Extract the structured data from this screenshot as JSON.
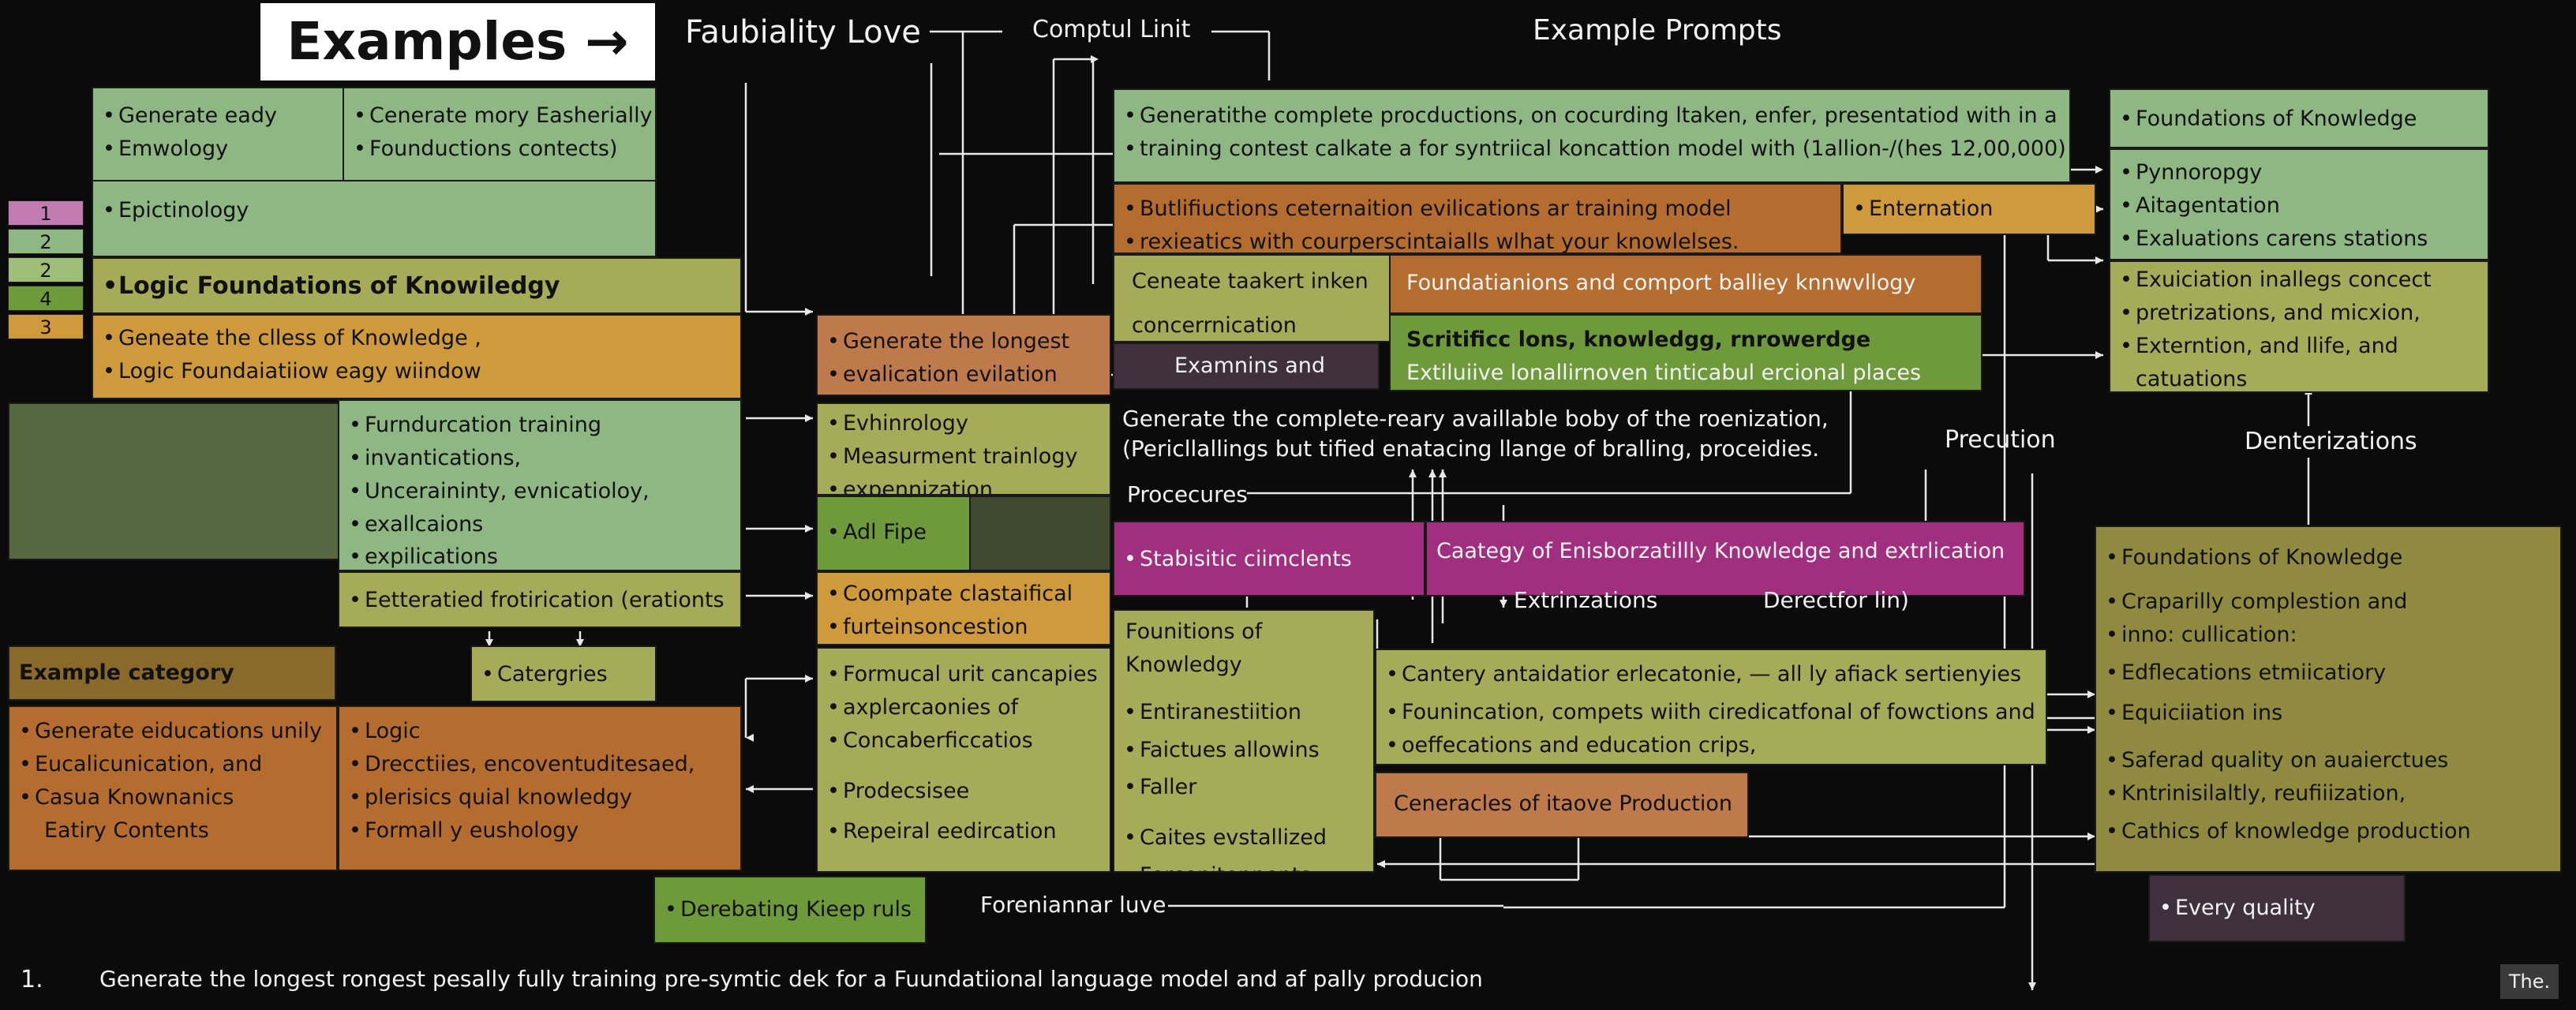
{
  "header": {
    "title": "Examples →",
    "faubiality": "Faubiality Love",
    "comptul": "Comptul Linit",
    "example_prompts": "Example Prompts"
  },
  "legend": {
    "items": [
      {
        "label": "1",
        "color": "#c27bb0"
      },
      {
        "label": "2",
        "color": "#8fb783"
      },
      {
        "label": "2",
        "color": "#9fbf78"
      },
      {
        "label": "4",
        "color": "#6f9a3b"
      },
      {
        "label": "3",
        "color": "#cf9a3c"
      }
    ]
  },
  "left": {
    "gen_eady": [
      "Generate eady",
      "Emwology"
    ],
    "gen_mory": [
      "Cenerate mory Easherially",
      "Founductions contects)"
    ],
    "epictinology": "Epictinology",
    "logic_foundations": "Logic Foundations of Knowiledgy",
    "geneate_class": [
      "Geneate the clless of Knowledge ,",
      "Logic Foundaiatiiow eagy wiindow"
    ],
    "furndur": [
      "Furndurcation training",
      "invantications,",
      "Unceraininty, evnicatioloy,",
      "exallcaions",
      "expilications"
    ],
    "etterated": "Eetteratied frotirication (erationts",
    "example_category": "Example category",
    "catergries": "Catergries",
    "gen_educations": [
      "Generate eiducations unily",
      "Eucalicunication, and",
      "Casua Knownanics"
    ],
    "eatiry": "Eatiry Contents",
    "logic_list": [
      "Logic",
      "Drecctiies, encoventuditesaed,",
      "plerisics quial knowledgy",
      "Formall y eushology"
    ],
    "derebating": "Derebating Kieep ruls"
  },
  "middle": {
    "longest": [
      "Generate the longest",
      "evalication evilation"
    ],
    "evhinrology": [
      "Evhinrology",
      "Measurment trainlogy",
      "expennization"
    ],
    "adl_fipe": "Adl Fipe",
    "coompate": [
      "Coompate clastaifical",
      "furteinsoncestion"
    ],
    "formucal": [
      "Formucal urit cancapies",
      "axplercaonies of",
      "Concaberficcatios"
    ],
    "prodecsisee": [
      "Prodecsisee",
      "Repeiral eedircation"
    ],
    "foreniannar": "Foreniannar luve"
  },
  "center": {
    "top_prompt": [
      "Generatithe complete procductions, on cocurding ltaken, enfer, presentatiod with in a",
      "training contest calkate a for syntriical koncattion model with  (1allion-/(hes 12,00,000)"
    ],
    "butlif": [
      "Butlifiuctions ceternaition evilications ar training model",
      "rexieatics with courperscintaialls wlhat your knowlelses."
    ],
    "entemation": "Enternation",
    "ceneate_taakert": [
      "Ceneate taakert inken",
      "concerrnication"
    ],
    "foundatianions": "Foundatianions and comport balliey knnwvllogy",
    "examnins": "Examnins and catgory",
    "scritifcc": [
      "Scritificc lons, knowledgg, rnrowerdge",
      "Extiluiive lonallirnoven tinticabul ercional places"
    ],
    "complete_reary": [
      "Generate the complete-reary availlable boby of the roenization,",
      "(Pericllallings but tified enatacing llange of bralling, proceidies."
    ],
    "procecures": "Procecures",
    "stabisitic": "Stabisitic ciimclents",
    "caategy": "Caategy of Enisborzatillly Knowledge and extrlication",
    "extrinzations": "Extrinzations",
    "directfor": "Derectfor lin)",
    "founitions": "Founitions of Knowledgy",
    "entiranes": [
      "Entiranestiition",
      "Faictues allowins",
      "Faller"
    ],
    "caites": [
      "Caites evstallized",
      "Forcenitennents"
    ],
    "cantery": [
      "Cantery antaidatior erlecatonie, — all ly afiack sertienyies",
      "Founincation, compets wiith ciredicatfonal of fowctions and",
      "oeffecations and education crips,"
    ],
    "ceneracles": "Ceneracles of itaove Production"
  },
  "right": {
    "foundations_top": "Foundations of Knowledge",
    "pynnoropgy": [
      "Pynnoropgy",
      "Aitagentation",
      "Exaluations carens stations"
    ],
    "exuiciation": [
      "Exuiciation inallegs concect",
      "pretrizations, and micxion,",
      "Externtion, and llife, and"
    ],
    "catuations": "catuations",
    "precution": "Precution",
    "denterizations": "Denterizations",
    "foundations_big": "Foundations of Knowledge",
    "caparilly": [
      "Craparilly complestion and",
      "inno: cullication:"
    ],
    "edflecations": [
      "Edflecations etmiicatiory",
      "Equiciiation ins"
    ],
    "saferad": [
      "Saferad quality on auaierctues",
      "Kntrinisilaltly, reufiiization,",
      "Cathics of knowledge production"
    ],
    "every_quality": "Every quality"
  },
  "footer": {
    "number": "1.",
    "text": "Generate the longest rongest pesally fully training pre-symtic dek for a Fuundatiional language model and af pally producion",
    "corner": "The."
  }
}
